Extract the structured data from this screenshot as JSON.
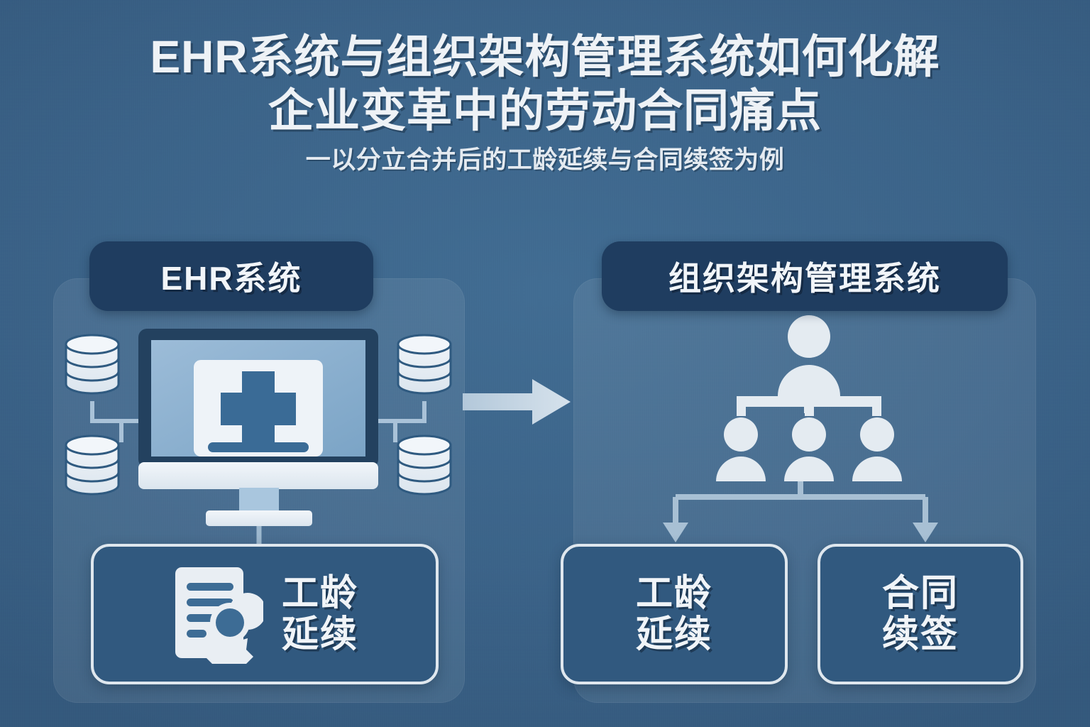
{
  "meta": {
    "doc_type": "infographic-slide",
    "language": "zh-CN"
  },
  "colors": {
    "background": "#3a6186",
    "background_center": "#406a90",
    "background_edge": "#33577a",
    "pill_navy": "#1f3d60",
    "panel_overlay": "rgba(255,255,255,0.075)",
    "card_fill": "#31597f",
    "card_border": "#dfe7ee",
    "text_white": "#f0f4f8",
    "icon_white": "#e9eef3",
    "icon_shade": "#9fbcd6",
    "screen_blue": "#8fb4d2",
    "monitor_frame": "#23415f",
    "connector": "#b9cddf",
    "arrow": "#c6d6e4"
  },
  "title": {
    "line1": "EHR系统与组织架构管理系统如何化解",
    "line2": "企业变革中的劳动合同痛点",
    "subtitle": "一以分立合并后的工龄延续与合同续签为例"
  },
  "panels": {
    "left": {
      "header": "EHR系统",
      "graphic_name": "ehr-monitor-database-illustration",
      "graphic_parts": {
        "monitor": "desktop-monitor",
        "screen_badge": "medical-cross-record-card",
        "databases": [
          "database-cylinder-top-left",
          "database-cylinder-bottom-left",
          "database-cylinder-top-right",
          "database-cylinder-bottom-right"
        ],
        "database_count": 4
      },
      "outcomes": [
        {
          "icon": "certificate-seal-icon",
          "label": "工龄\n延续"
        }
      ]
    },
    "right": {
      "header": "组织架构管理系统",
      "graphic_name": "org-chart-people-illustration",
      "graphic_parts": {
        "top_node": "person-icon-manager",
        "child_nodes": [
          "person-icon-1",
          "person-icon-2",
          "person-icon-3"
        ],
        "child_count": 3
      },
      "outcomes": [
        {
          "icon": null,
          "label": "工龄\n延续"
        },
        {
          "icon": null,
          "label": "合同\n续签"
        }
      ]
    }
  },
  "flow": {
    "center_arrow": "arrow-right-ehr-to-org",
    "left_connector": "line-monitor-to-card",
    "right_connector": "branch-arrows-to-two-cards"
  }
}
